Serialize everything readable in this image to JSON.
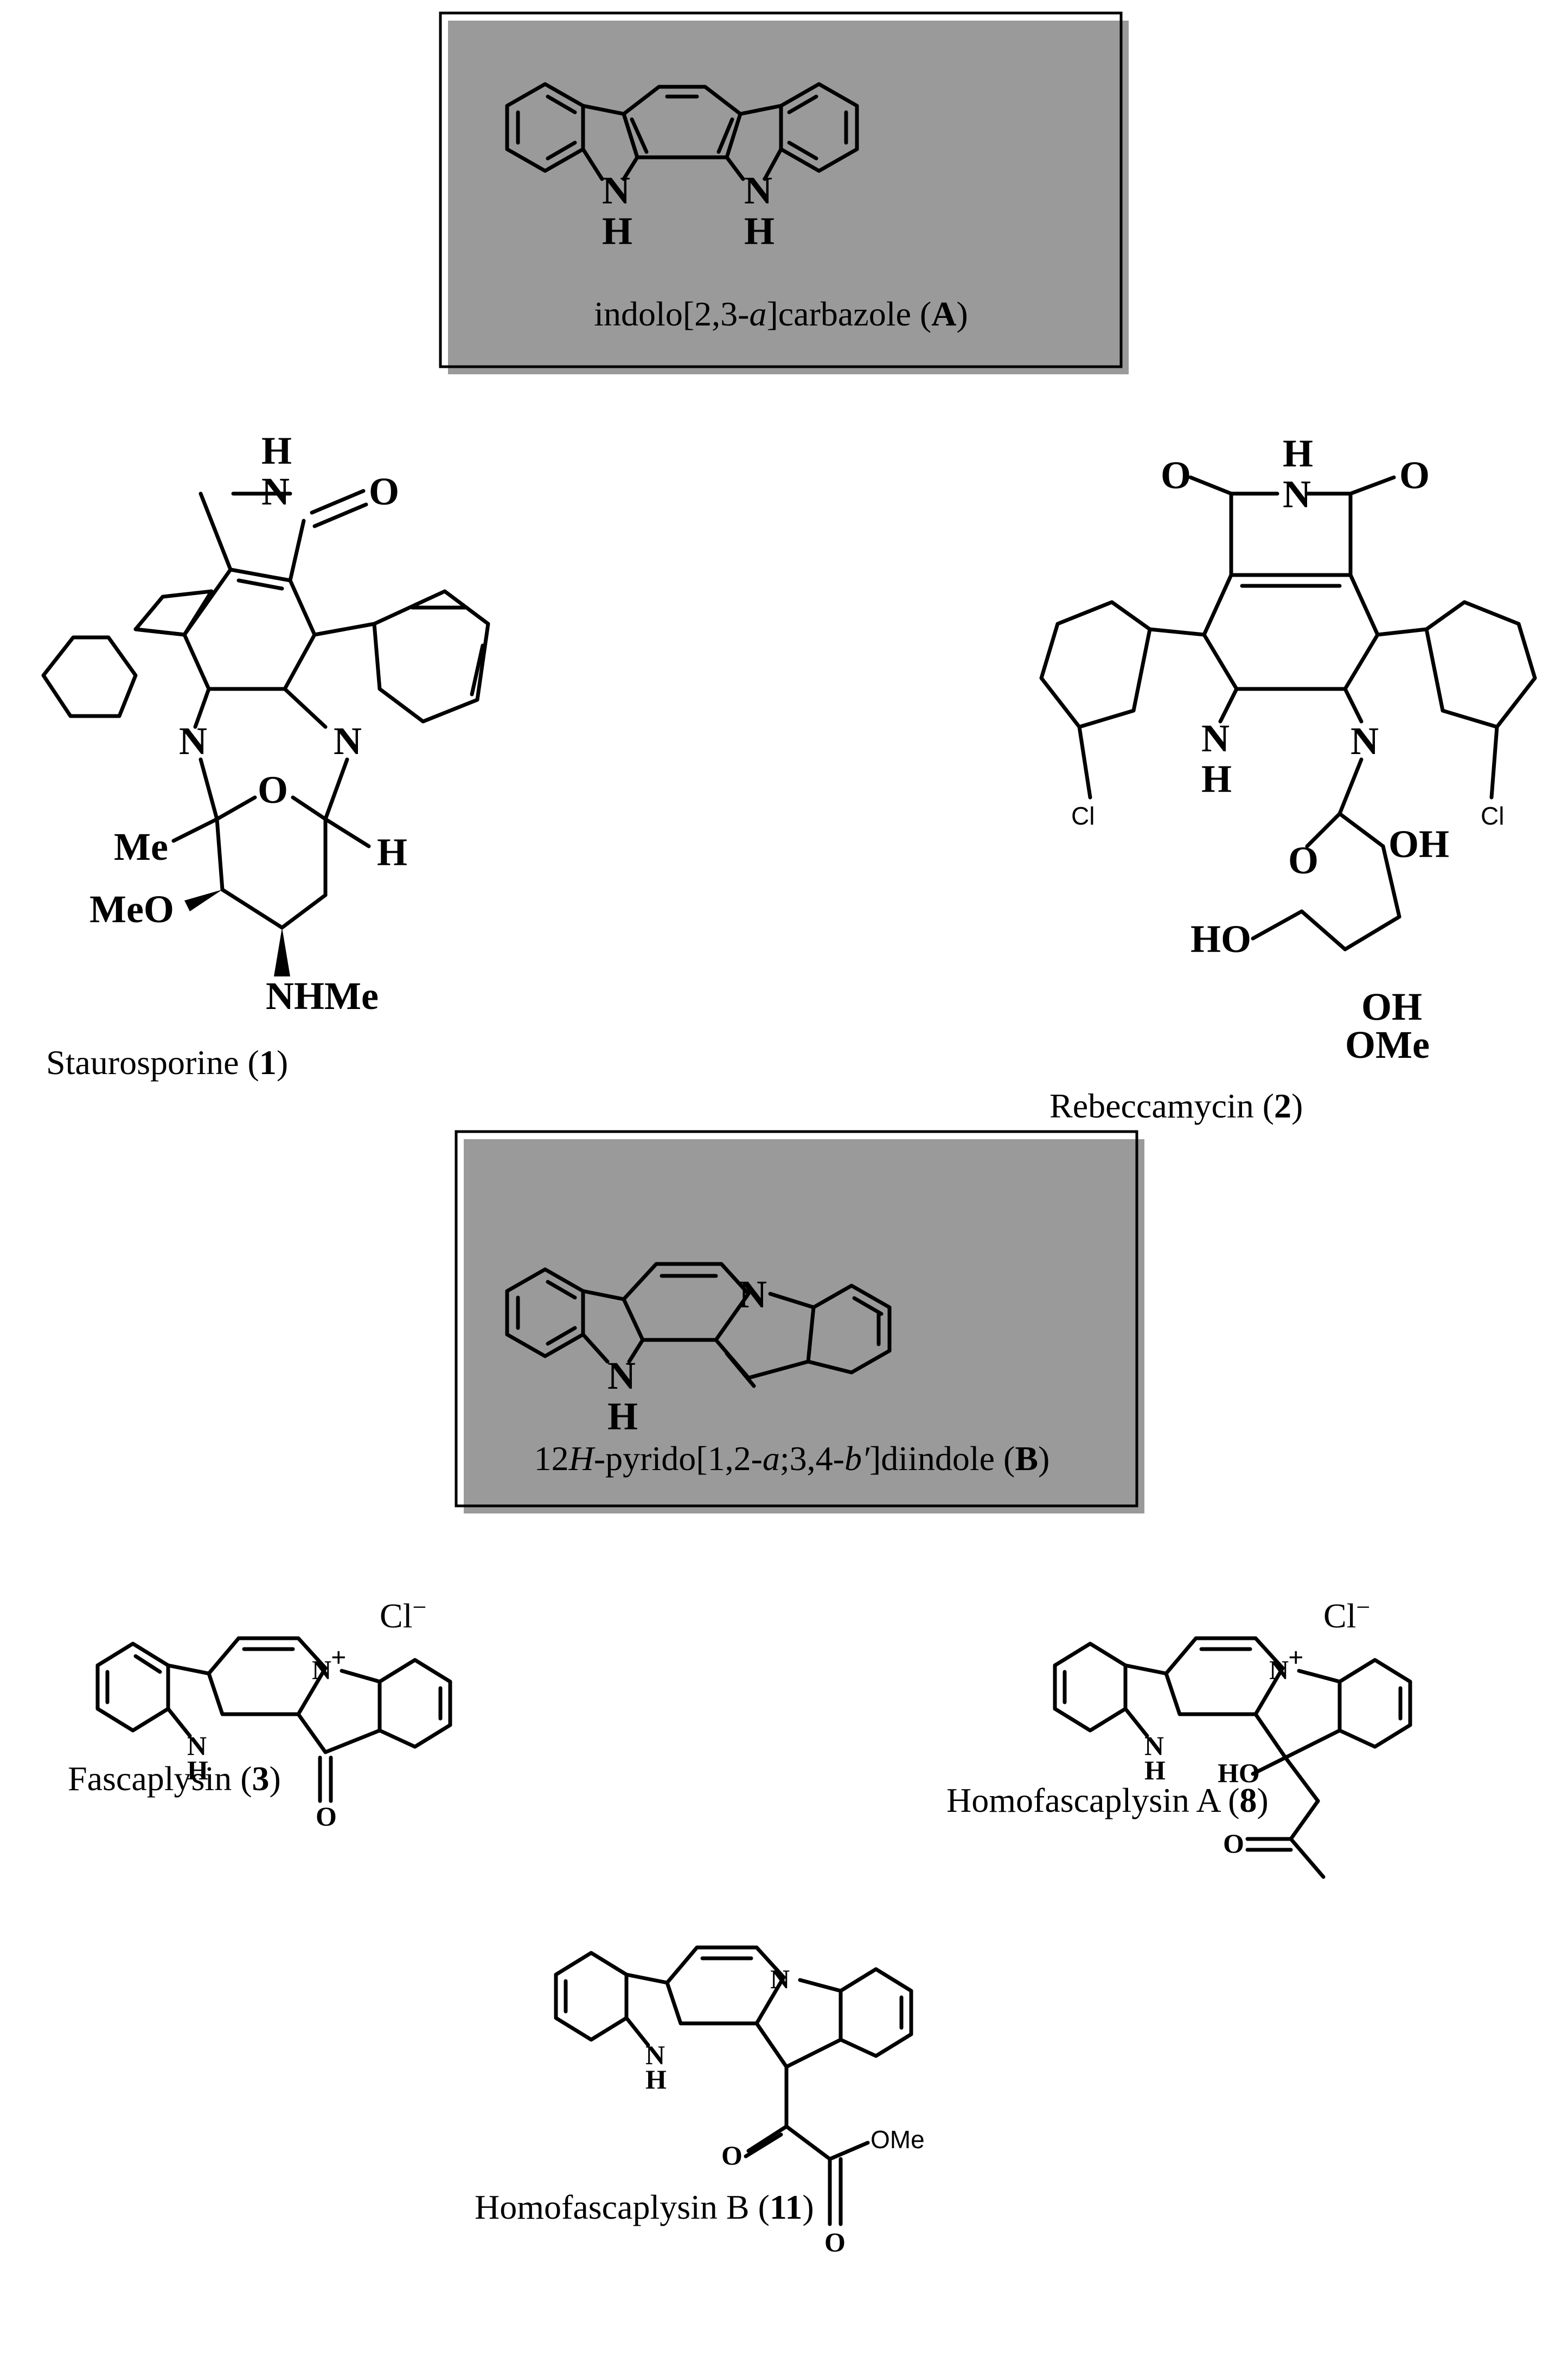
{
  "structures": [
    {
      "id": "A",
      "label_prefix": "indolo[2,3-",
      "label_italic": "a",
      "label_mid": "]carbazole (",
      "label_bold": "A",
      "label_suffix": ")"
    },
    {
      "id": "1",
      "label_prefix": "Staurosporine (",
      "label_bold": "1",
      "label_suffix": ")"
    },
    {
      "id": "2",
      "label_prefix": "Rebeccamycin (",
      "label_bold": "2",
      "label_suffix": ")"
    },
    {
      "id": "B",
      "label_prefix": "12",
      "label_italic": "H",
      "label_mid": "-pyrido[1,2-",
      "label_italic2": "a",
      "label_mid2": ";3,4-",
      "label_italic3": "b′",
      "label_mid3": "]diindole (",
      "label_bold": "B",
      "label_suffix": ")"
    },
    {
      "id": "3",
      "label_prefix": "Fascaplysin (",
      "label_bold": "3",
      "label_suffix": ")"
    },
    {
      "id": "8",
      "label_prefix": "Homofascaplysin A (",
      "label_bold": "8",
      "label_suffix": ")"
    },
    {
      "id": "11",
      "label_prefix": "Homofascaplysin B (",
      "label_bold": "11",
      "label_suffix": ")"
    }
  ],
  "atoms": {
    "N": "N",
    "H": "H",
    "O": "O",
    "Cl": "Cl",
    "Me": "Me",
    "MeO": "MeO",
    "NHMe": "NHMe",
    "OH": "OH",
    "HO": "HO",
    "OMe": "OMe",
    "Nplus": "N",
    "plus": "+",
    "chloride": "Cl",
    "minus": "−"
  }
}
